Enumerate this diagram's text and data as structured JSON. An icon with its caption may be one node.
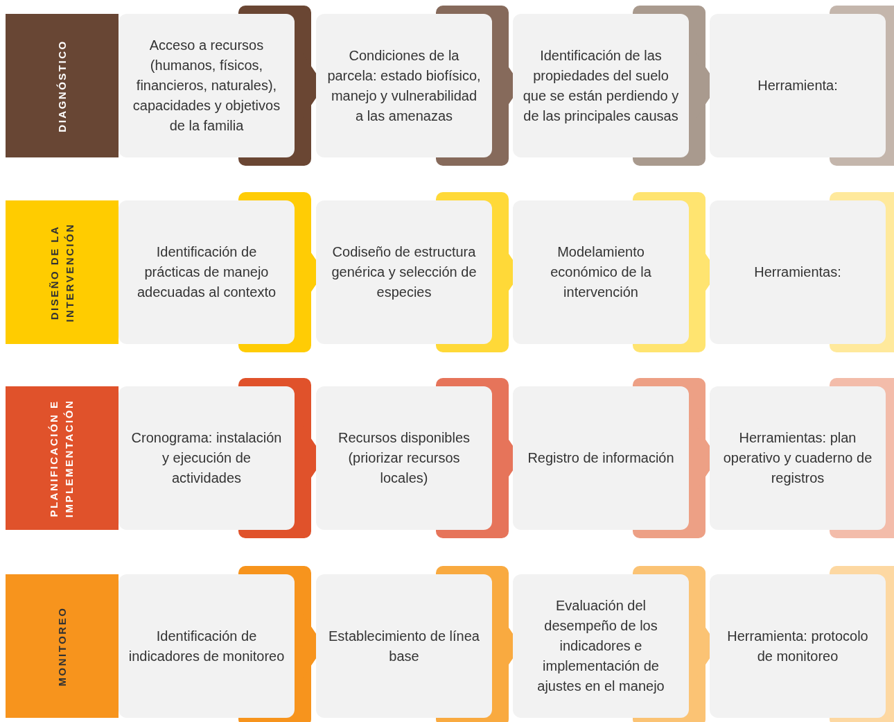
{
  "diagram": {
    "nodes": [
      {
        "text": [
          "DIAGNÓSTICO"
        ]
      },
      {
        "text": [
          "Acceso a recursos (humanos, físicos, financieros, naturales), capacidades y objetivos de la familia"
        ]
      },
      {
        "text": [
          "Condiciones de la parcela: estado biofísico, manejo y vulnerabilidad a las amenazas"
        ]
      },
      {
        "text": [
          "Identificación de las propiedades del suelo que se están perdiendo y de las principales causas"
        ]
      },
      {
        "text": [
          "Herramienta:"
        ]
      },
      {
        "text": [
          "DISEÑO DE LA INTERVENCIÓN"
        ]
      },
      {
        "text": [
          "Identificación de prácticas de manejo adecuadas al contexto"
        ]
      },
      {
        "text": [
          "Codiseño de estructura genérica y selección de especies"
        ]
      },
      {
        "text": [
          "Modelamiento económico de la intervención"
        ]
      },
      {
        "text": [
          "Herramientas:"
        ]
      },
      {
        "text": [
          "PLANIFICACIÓN E IMPLEMENTACIÓN"
        ]
      },
      {
        "text": [
          "Cronograma: instalación y ejecución de actividades"
        ]
      },
      {
        "text": [
          "Recursos disponibles (priorizar recursos locales)"
        ]
      },
      {
        "text": [
          "Registro de información"
        ]
      },
      {
        "text": [
          "Herramientas: plan operativo y cuaderno de registros"
        ]
      },
      {
        "text": [
          "MONITOREO"
        ]
      },
      {
        "text": [
          "Identificación de indicadores de monitoreo"
        ]
      },
      {
        "text": [
          "Establecimiento de línea base"
        ]
      },
      {
        "text": [
          "Evaluación del desempeño de los indicadores e implementación de ajustes en el manejo"
        ]
      },
      {
        "text": [
          "Herramienta: protocolo de monitoreo"
        ]
      }
    ],
    "edges": [
      {
        "from": 1,
        "to": 2,
        "arrow": "to",
        "color": "#6a4633"
      },
      {
        "from": 2,
        "to": 3,
        "arrow": "to",
        "color": "#866a5b"
      },
      {
        "from": 3,
        "to": 4,
        "arrow": "to",
        "color": "#a99a8e"
      },
      {
        "from": 6,
        "to": 7,
        "arrow": "to",
        "color": "#ffcc05"
      },
      {
        "from": 7,
        "to": 8,
        "arrow": "to",
        "color": "#ffd938"
      },
      {
        "from": 8,
        "to": 9,
        "arrow": "to",
        "color": "#ffe470"
      },
      {
        "from": 11,
        "to": 12,
        "arrow": "to",
        "color": "#e0522b"
      },
      {
        "from": 12,
        "to": 13,
        "arrow": "to",
        "color": "#e6745a"
      },
      {
        "from": 13,
        "to": 14,
        "arrow": "to",
        "color": "#eda085"
      },
      {
        "from": 16,
        "to": 17,
        "arrow": "to",
        "color": "#f7941d"
      },
      {
        "from": 17,
        "to": 18,
        "arrow": "to",
        "color": "#f9aa40"
      },
      {
        "from": 18,
        "to": 19,
        "arrow": "to",
        "color": "#fbc374"
      }
    ]
  }
}
